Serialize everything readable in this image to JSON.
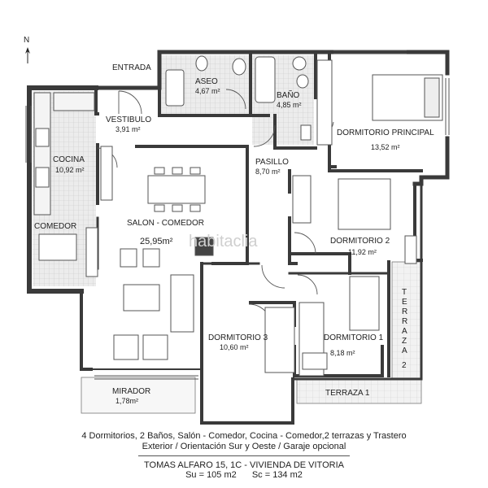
{
  "north_label": "N",
  "entrance_label": "ENTRADA",
  "watermark": "habitaclia",
  "rooms": {
    "aseo": {
      "name": "ASEO",
      "area": "4,67 m²"
    },
    "bano": {
      "name": "BAÑO",
      "area": "4,85 m²"
    },
    "vestibulo": {
      "name": "VESTIBULO",
      "area": "3,91 m²"
    },
    "dormitorio_principal": {
      "name": "DORMITORIO PRINCIPAL",
      "area": "13,52 m²"
    },
    "cocina": {
      "name": "COCINA",
      "area": "10,92 m²"
    },
    "pasillo": {
      "name": "PASILLO",
      "area": "8,70 m²"
    },
    "comedor": {
      "name": "COMEDOR"
    },
    "salon_comedor": {
      "name": "SALON - COMEDOR",
      "area": "25,95m²"
    },
    "dormitorio_2": {
      "name": "DORMITORIO 2",
      "area": "11,92 m²"
    },
    "dormitorio_3": {
      "name": "DORMITORIO 3",
      "area": "10,60 m²"
    },
    "dormitorio_1": {
      "name": "DORMITORIO 1",
      "area": "8,18 m²"
    },
    "terraza_2": {
      "letters": [
        "T",
        "E",
        "R",
        "R",
        "A",
        "Z",
        "A"
      ],
      "number": "2"
    },
    "mirador": {
      "name": "MIRADOR",
      "area": "1,78m²"
    },
    "terraza_1": {
      "name": "TERRAZA 1"
    }
  },
  "caption": {
    "line1": "4 Dormitorios, 2 Baños, Salón - Comedor, Cocina - Comedor,2 terrazas y Trastero",
    "line2": "Exterior  /  Orientación Sur y Oeste  /  Garaje opcional",
    "address": "TOMAS ALFARO 15, 1C  -  VIVIENDA DE VITORIA",
    "su": "Su = 105 m2",
    "sc": "Sc = 134 m2"
  },
  "colors": {
    "wall": "#3a3a3a",
    "tile": "#d9d9d9",
    "terrace": "#e6e6e6",
    "furniture": "#555555"
  }
}
